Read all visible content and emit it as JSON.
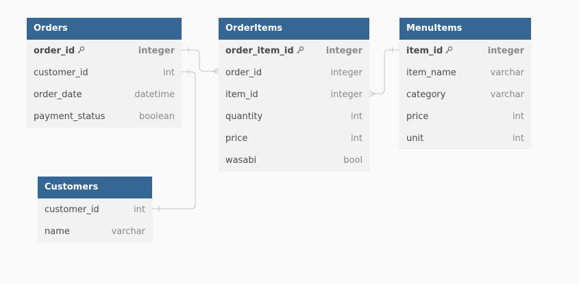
{
  "colors": {
    "header": "#356694",
    "body": "#f2f2f2",
    "field_text": "#4a4a4a",
    "type_text": "#8a8a8a",
    "connector": "#c4c4c4",
    "background": "#fafafa"
  },
  "tables": {
    "orders": {
      "title": "Orders",
      "fields": [
        {
          "name": "order_id",
          "type": "integer",
          "pk": true
        },
        {
          "name": "customer_id",
          "type": "int",
          "pk": false
        },
        {
          "name": "order_date",
          "type": "datetime",
          "pk": false
        },
        {
          "name": "payment_status",
          "type": "boolean",
          "pk": false
        }
      ]
    },
    "orderitems": {
      "title": "OrderItems",
      "fields": [
        {
          "name": "order_item_id",
          "type": "integer",
          "pk": true
        },
        {
          "name": "order_id",
          "type": "integer",
          "pk": false
        },
        {
          "name": "item_id",
          "type": "integer",
          "pk": false
        },
        {
          "name": "quantity",
          "type": "int",
          "pk": false
        },
        {
          "name": "price",
          "type": "int",
          "pk": false
        },
        {
          "name": "wasabi",
          "type": "bool",
          "pk": false
        }
      ]
    },
    "menuitems": {
      "title": "MenuItems",
      "fields": [
        {
          "name": "item_id",
          "type": "integer",
          "pk": true
        },
        {
          "name": "item_name",
          "type": "varchar",
          "pk": false
        },
        {
          "name": "category",
          "type": "varchar",
          "pk": false
        },
        {
          "name": "price",
          "type": "int",
          "pk": false
        },
        {
          "name": "unit",
          "type": "int",
          "pk": false
        }
      ]
    },
    "customers": {
      "title": "Customers",
      "fields": [
        {
          "name": "customer_id",
          "type": "int",
          "pk": false
        },
        {
          "name": "name",
          "type": "varchar",
          "pk": false
        }
      ]
    }
  },
  "relations": [
    {
      "from": "Orders.order_id",
      "to": "OrderItems.order_id",
      "from_end": "one",
      "to_end": "many"
    },
    {
      "from": "OrderItems.item_id",
      "to": "MenuItems.item_id",
      "from_end": "many",
      "to_end": "one"
    },
    {
      "from": "Orders.customer_id",
      "to": "Customers.customer_id",
      "from_end": "one",
      "to_end": "one"
    }
  ]
}
